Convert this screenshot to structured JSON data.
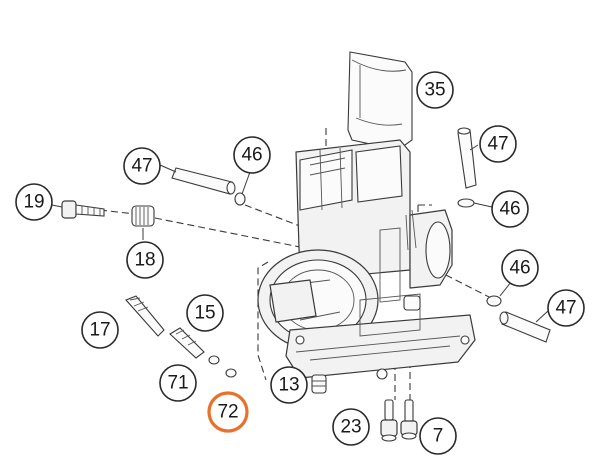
{
  "diagram": {
    "highlight_color": "#e8712b",
    "callouts": [
      {
        "id": "c35",
        "label": "35",
        "highlight": false
      },
      {
        "id": "c47a",
        "label": "47",
        "highlight": false
      },
      {
        "id": "c46a",
        "label": "46",
        "highlight": false
      },
      {
        "id": "c47b",
        "label": "47",
        "highlight": false
      },
      {
        "id": "c19",
        "label": "19",
        "highlight": false
      },
      {
        "id": "c46b",
        "label": "46",
        "highlight": false
      },
      {
        "id": "c18",
        "label": "18",
        "highlight": false
      },
      {
        "id": "c46c",
        "label": "46",
        "highlight": false
      },
      {
        "id": "c47c",
        "label": "47",
        "highlight": false
      },
      {
        "id": "c17",
        "label": "17",
        "highlight": false
      },
      {
        "id": "c15",
        "label": "15",
        "highlight": false
      },
      {
        "id": "c71",
        "label": "71",
        "highlight": false
      },
      {
        "id": "c13",
        "label": "13",
        "highlight": false
      },
      {
        "id": "c72",
        "label": "72",
        "highlight": true
      },
      {
        "id": "c23",
        "label": "23",
        "highlight": false
      },
      {
        "id": "c7",
        "label": "7",
        "highlight": false
      }
    ]
  }
}
